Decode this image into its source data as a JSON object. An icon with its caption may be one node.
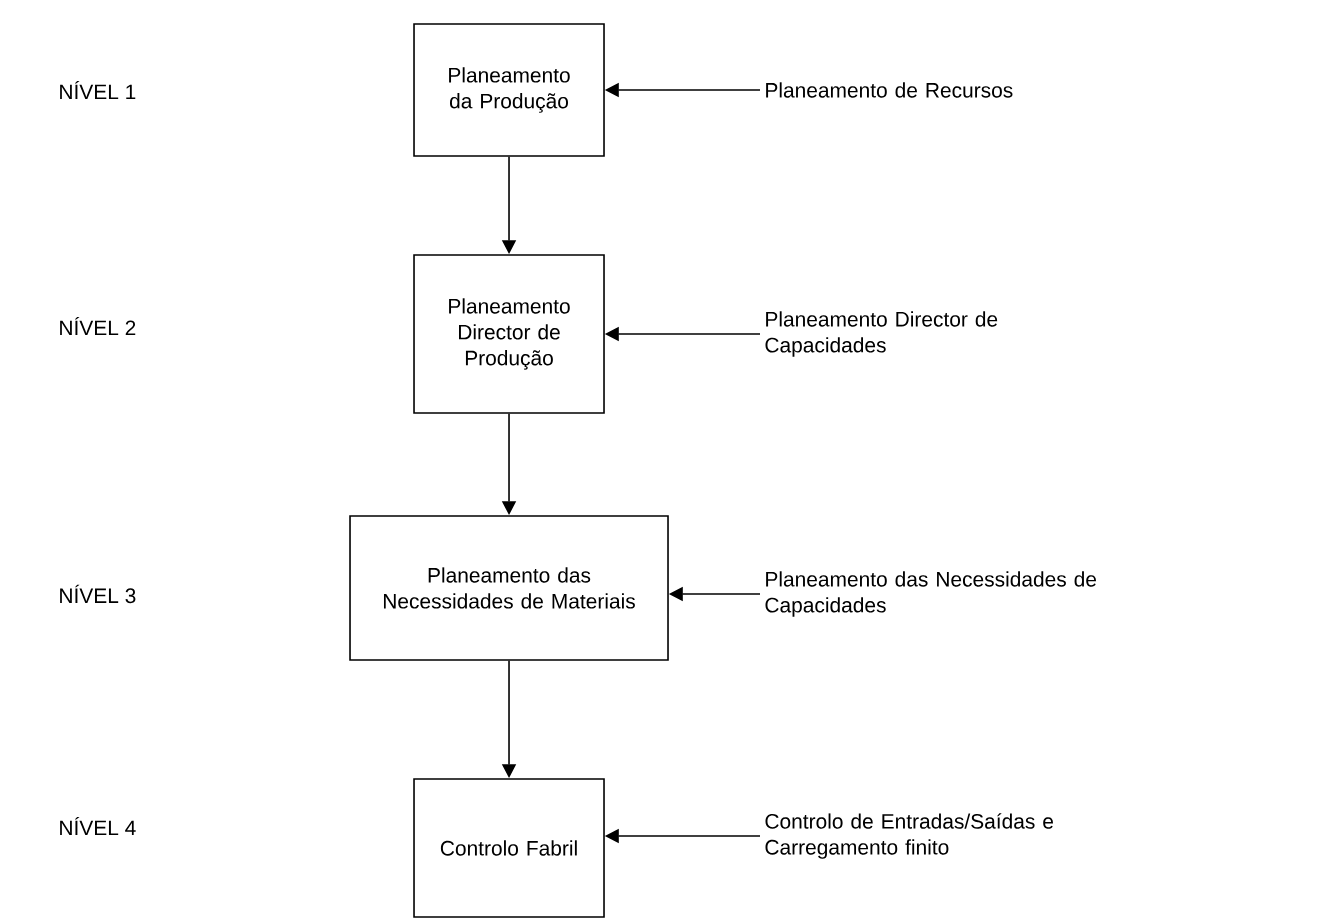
{
  "diagram": {
    "nodes": [
      {
        "text": [
          "Planeamento da Produção"
        ]
      },
      {
        "text": [
          "Planeamento de Recursos"
        ]
      },
      {
        "text": [
          "Planeamento Director de Produção"
        ]
      },
      {
        "text": [
          "Planeamento Director de Capacidades"
        ]
      },
      {
        "text": [
          "Planeamento das Necessidades de Materiais"
        ]
      },
      {
        "text": [
          "Planeamento das Necessidades de Capacidades"
        ]
      },
      {
        "text": [
          "Controlo Fabril"
        ]
      },
      {
        "text": [
          "Controlo de Entradas/Saídas e Carregamento finito"
        ]
      }
    ],
    "edges": [
      {
        "from": 0,
        "to": 2,
        "arrow": "to"
      },
      {
        "from": 2,
        "to": 4,
        "arrow": "to"
      },
      {
        "from": 4,
        "to": 6,
        "arrow": "to"
      },
      {
        "from": 1,
        "to": 0,
        "arrow": "to"
      },
      {
        "from": 3,
        "to": 2,
        "arrow": "to"
      },
      {
        "from": 5,
        "to": 4,
        "arrow": "to"
      },
      {
        "from": 7,
        "to": 6,
        "arrow": "to"
      }
    ],
    "labels": [
      "NÍVEL 1",
      "NÍVEL 2",
      "NÍVEL 3",
      "NÍVEL 4"
    ]
  }
}
